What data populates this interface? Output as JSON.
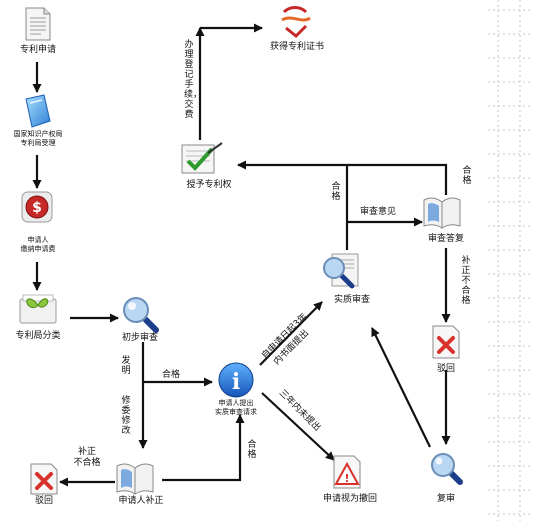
{
  "nodes": {
    "patent_application": "专利申请",
    "sipo_accept": "国家知识产权局\n专利局受理",
    "pay_fee": "申请人\n缴纳申请费",
    "classification": "专利局分类",
    "preliminary_exam": "初步审查",
    "request_substantive": "申请人提出\n实质审查请求",
    "substantive_exam": "实质审查",
    "grant_patent": "授予专利权",
    "get_certificate": "获得专利证书",
    "exam_reply": "审查答复",
    "reject_right": "驳回",
    "reexamination": "复审",
    "withdrawn": "申请视为撤回",
    "applicant_correction": "申请人补正",
    "reject_left": "驳回"
  },
  "edge_labels": {
    "registration_fee": "办理登记手续，交费",
    "qualified_top": "合格",
    "qualified_right": "合格",
    "exam_opinion": "审查意见",
    "correction_unqualified_right": "补正不合格",
    "invention": "发明",
    "qualified_middle": "合格",
    "amend_modify": "修委修改",
    "within_3_years_line1": "自申请日起3年",
    "within_3_years_line2": "内书面提出",
    "not_within_3_years": "三年内未提出",
    "qualified_vertical": "合格",
    "correction_unqualified_left": "补正\n不合格"
  },
  "colors": {
    "arrow": "#111111",
    "magnifier_handle": "#1c3d8a",
    "magnifier_glass": "#b9d6f2",
    "info_icon": "#1f6fd1",
    "reject_red": "#d9322c",
    "money_red": "#c62828",
    "book_blue": "#4a8bd8",
    "check_green": "#2e9a2e",
    "leaf_green": "#8cc63f",
    "warning_red": "#d9322c",
    "dots": "#c7c7c7"
  }
}
